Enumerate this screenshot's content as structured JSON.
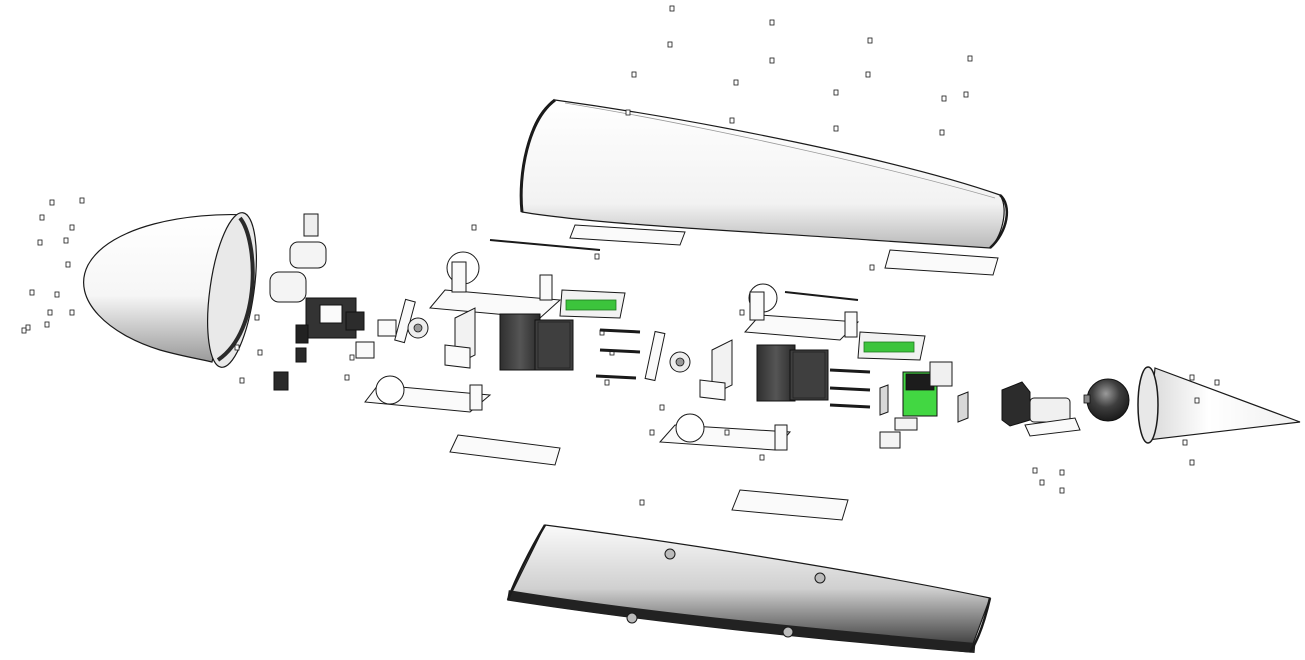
{
  "colors": {
    "background": "#ffffff",
    "outline": "#1a1a1a",
    "part_fill": "#fafafa",
    "shell_light": "#f4f4f4",
    "shell_dark": "#3a3a3a",
    "motor_dark": "#3c3c3c",
    "motor_mid": "#5a5a5a",
    "pcb_green": "#3cc43c",
    "pcb_stripe": "#1f7a1f",
    "battery_green": "#42d742"
  },
  "parts": {
    "nose_dome": "nose-dome-shell",
    "top_hull": "top-hull-shell",
    "bottom_hull": "bottom-hull-shell",
    "tail_cone": "tail-cone-shell",
    "motors": [
      "stepper-motor-left",
      "stepper-motor-right"
    ],
    "driver_boards": [
      "driver-board-left",
      "driver-board-right"
    ],
    "battery": "battery-pack",
    "pump": "pump-motor",
    "ballast_sphere": "ballast-sphere",
    "camera": "camera-gimbal"
  }
}
